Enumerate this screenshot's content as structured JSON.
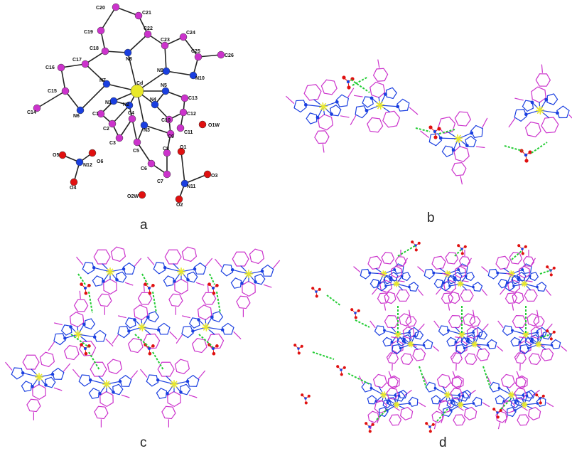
{
  "panels": [
    {
      "id": "a",
      "label": "a"
    },
    {
      "id": "b",
      "label": "b"
    },
    {
      "id": "c",
      "label": "c"
    },
    {
      "id": "d",
      "label": "d"
    }
  ],
  "colors": {
    "carbon": "#cc33cc",
    "nitrogen": "#1a3fe0",
    "oxygen": "#e01010",
    "metal": "#e8e82a",
    "hbond": "#22cc33",
    "bond": "#222222"
  },
  "atoms": [
    {
      "label": "C20",
      "el": "C"
    },
    {
      "label": "C21",
      "el": "C"
    },
    {
      "label": "C19",
      "el": "C"
    },
    {
      "label": "C22",
      "el": "C"
    },
    {
      "label": "C23",
      "el": "C"
    },
    {
      "label": "C24",
      "el": "C"
    },
    {
      "label": "C18",
      "el": "C"
    },
    {
      "label": "N8",
      "el": "N"
    },
    {
      "label": "C25",
      "el": "C"
    },
    {
      "label": "C26",
      "el": "C"
    },
    {
      "label": "C17",
      "el": "C"
    },
    {
      "label": "C16",
      "el": "C"
    },
    {
      "label": "N9",
      "el": "N"
    },
    {
      "label": "N10",
      "el": "N"
    },
    {
      "label": "N7",
      "el": "N"
    },
    {
      "label": "Cd",
      "el": "Cd"
    },
    {
      "label": "N5",
      "el": "N"
    },
    {
      "label": "C15",
      "el": "C"
    },
    {
      "label": "N1",
      "el": "N"
    },
    {
      "label": "N2",
      "el": "N"
    },
    {
      "label": "N4",
      "el": "N"
    },
    {
      "label": "C13",
      "el": "C"
    },
    {
      "label": "C14",
      "el": "C"
    },
    {
      "label": "N6",
      "el": "N"
    },
    {
      "label": "C1",
      "el": "C"
    },
    {
      "label": "C12",
      "el": "C"
    },
    {
      "label": "C2",
      "el": "C"
    },
    {
      "label": "C4",
      "el": "C"
    },
    {
      "label": "N3",
      "el": "N"
    },
    {
      "label": "C10",
      "el": "C"
    },
    {
      "label": "C11",
      "el": "C"
    },
    {
      "label": "O1W",
      "el": "O"
    },
    {
      "label": "C3",
      "el": "C"
    },
    {
      "label": "C9",
      "el": "C"
    },
    {
      "label": "C5",
      "el": "C"
    },
    {
      "label": "O1",
      "el": "O"
    },
    {
      "label": "C8",
      "el": "C"
    },
    {
      "label": "O5",
      "el": "O"
    },
    {
      "label": "O6",
      "el": "O"
    },
    {
      "label": "N12",
      "el": "N"
    },
    {
      "label": "C6",
      "el": "C"
    },
    {
      "label": "O3",
      "el": "O"
    },
    {
      "label": "C7",
      "el": "C"
    },
    {
      "label": "N11",
      "el": "N"
    },
    {
      "label": "O4",
      "el": "O"
    },
    {
      "label": "O2W",
      "el": "O"
    },
    {
      "label": "O2",
      "el": "O"
    }
  ]
}
